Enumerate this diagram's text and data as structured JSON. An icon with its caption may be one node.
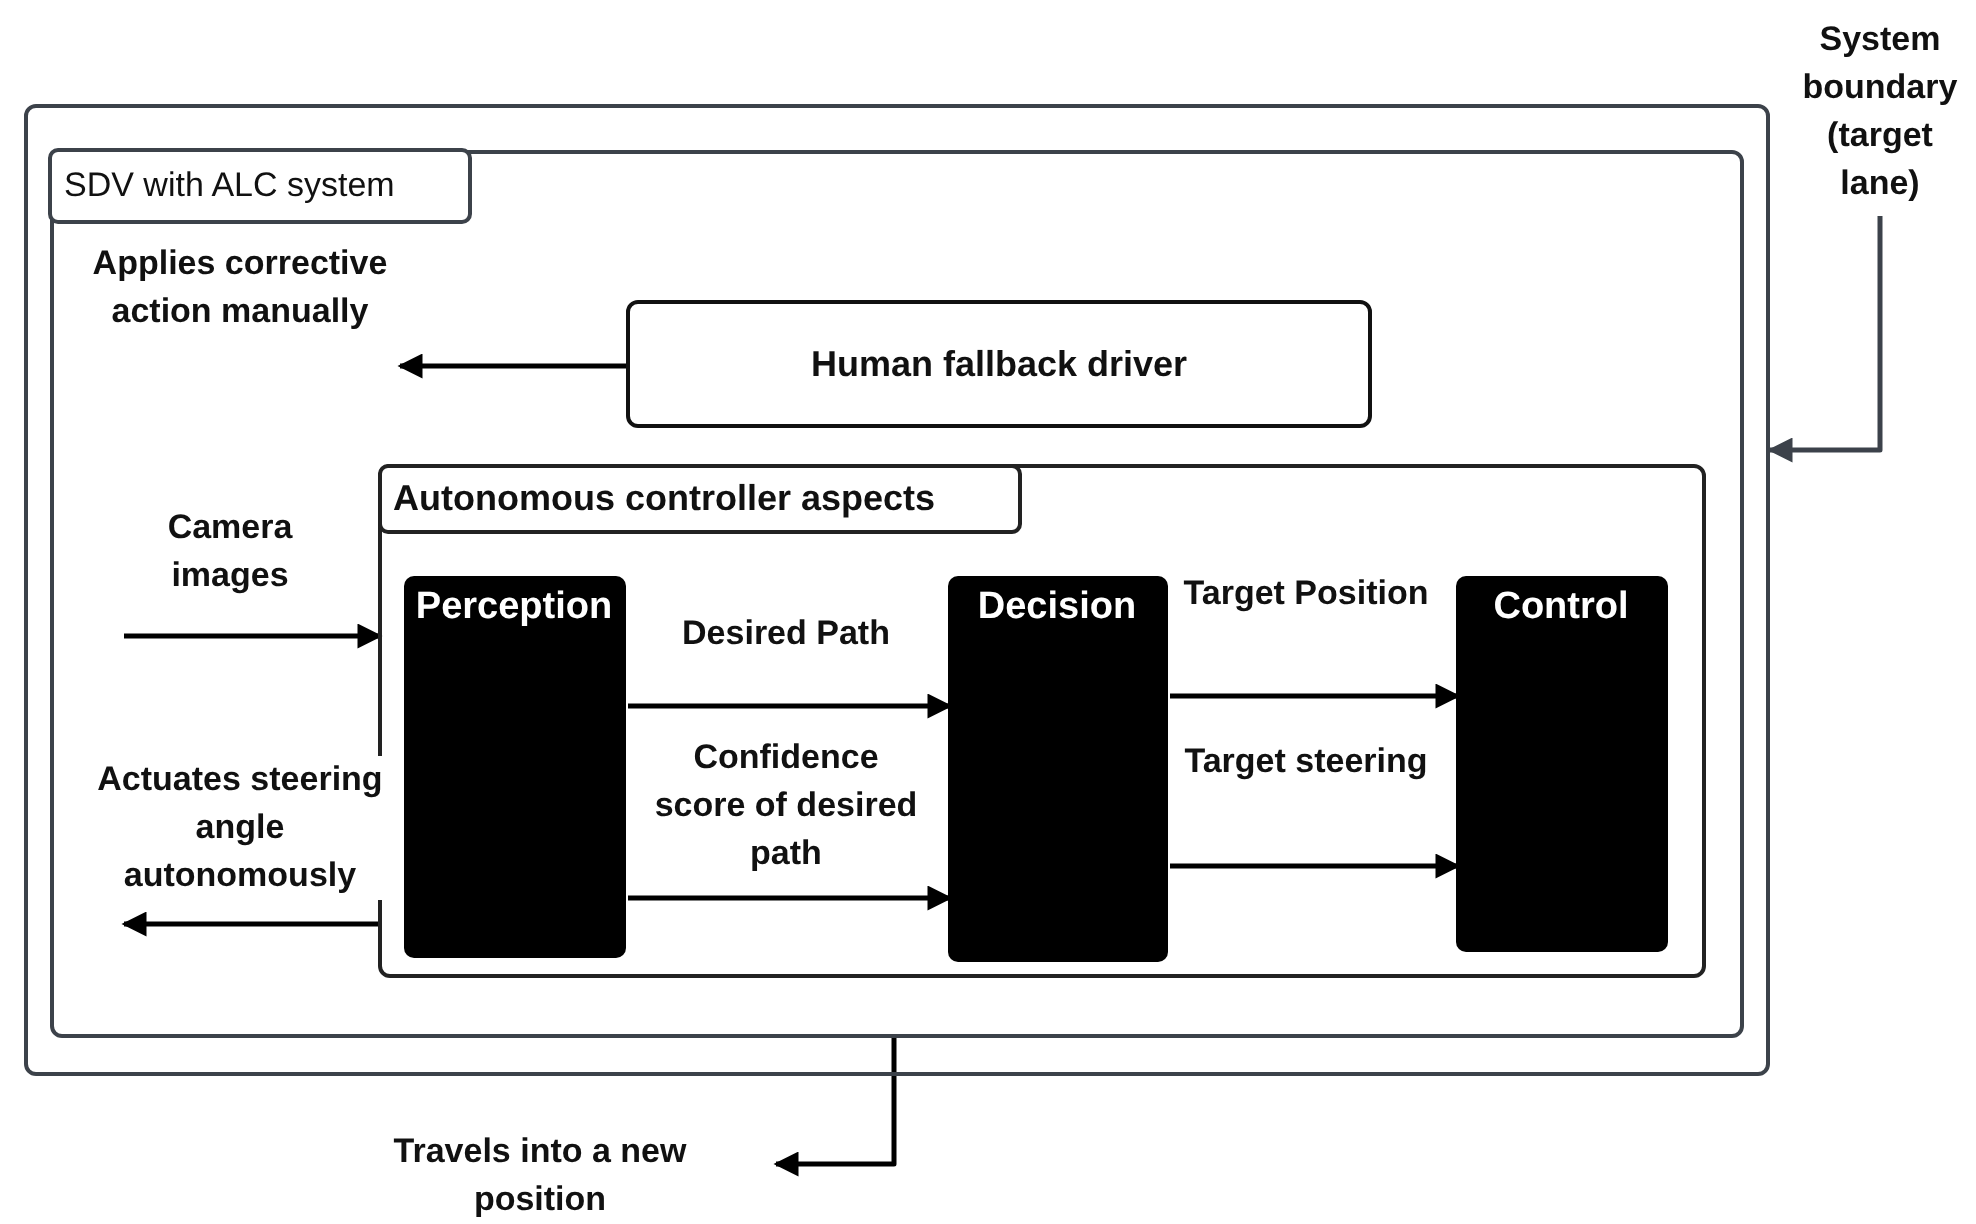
{
  "diagram": {
    "nodes": [
      {
        "text": [],
        "shape": "box"
      },
      {
        "text": [
          "SDV with ALC system"
        ],
        "in": 0
      },
      {
        "text": [
          "Human fallback driver"
        ],
        "in": 1
      },
      {
        "text": [
          "Autonomous controller aspects"
        ],
        "in": 1
      },
      {
        "text": [
          "Perception"
        ],
        "in": 3
      },
      {
        "text": [
          "Decision"
        ],
        "in": 3
      },
      {
        "text": [
          "Control"
        ],
        "in": 3
      },
      {
        "text": [
          "System boundary (target lane)"
        ]
      }
    ],
    "edges": [
      {
        "from": 2,
        "to": null,
        "arrow": "to",
        "label": "Applies corrective action manually"
      },
      {
        "from": null,
        "to": 3,
        "arrow": "to",
        "label": "Camera images"
      },
      {
        "from": 3,
        "to": null,
        "arrow": "to",
        "label": "Actuates steering angle autonomously"
      },
      {
        "from": 4,
        "to": 5,
        "arrow": "to",
        "label": "Desired Path"
      },
      {
        "from": 4,
        "to": 5,
        "arrow": "to",
        "label": "Confidence score of desired path"
      },
      {
        "from": 5,
        "to": 6,
        "arrow": "to",
        "label": "Target Position"
      },
      {
        "from": 5,
        "to": 6,
        "arrow": "to",
        "label": "Target steering"
      },
      {
        "from": 1,
        "to": null,
        "arrow": "to",
        "label": "Travels into a new position"
      },
      {
        "from": 7,
        "to": 0,
        "arrow": "to",
        "color": "#3c424a"
      }
    ]
  }
}
